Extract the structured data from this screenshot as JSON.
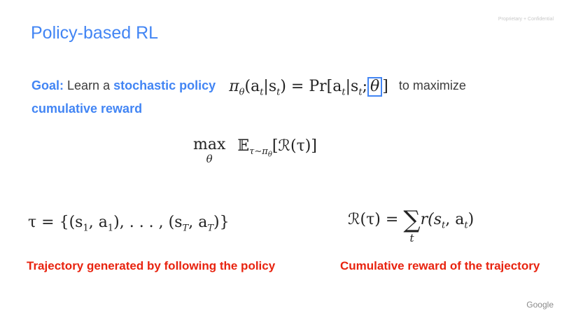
{
  "slide": {
    "title": "Policy-based RL",
    "confidential": "Proprietary + Confidential",
    "goal": {
      "label": "Goal:",
      "text1": "Learn a",
      "highlight": "stochastic policy",
      "math_lhs": "π",
      "math_sub": "θ",
      "math_rest": "(a",
      "math_rest_sub": "t",
      "math_rest2": "|s",
      "math_rest2_sub": "t",
      "math_rest3": ") = Pr[a",
      "math_rest3_sub": "t",
      "math_rest4": "|s",
      "math_rest4_sub": "t",
      "math_rest5": ";",
      "boxed": "θ",
      "math_close": "]",
      "text2": "to maximize",
      "cont": "cumulative reward"
    },
    "objective": {
      "max": "max",
      "max_sub": "θ",
      "expect": "𝔼",
      "expect_sub": "τ∼π",
      "expect_subsub": "θ",
      "body": "[ℛ(τ)]"
    },
    "trajectory": {
      "formula": "τ = {(s",
      "labels": {
        "s1": "1",
        "a1": "1",
        "sT": "T",
        "aT": "T"
      },
      "part2": ", a",
      "part3": "), . . . , (s",
      "part4": ", a",
      "part5": ")}",
      "caption": "Trajectory generated by following the policy"
    },
    "reward": {
      "lhs": "ℛ(τ) =",
      "sigma": "∑",
      "sum_sub": "t",
      "body1": "r(s",
      "body_sub1": "t",
      "body2": ", a",
      "body_sub2": "t",
      "body3": ")",
      "caption": "Cumulative reward of the trajectory"
    },
    "logo": "Google"
  }
}
